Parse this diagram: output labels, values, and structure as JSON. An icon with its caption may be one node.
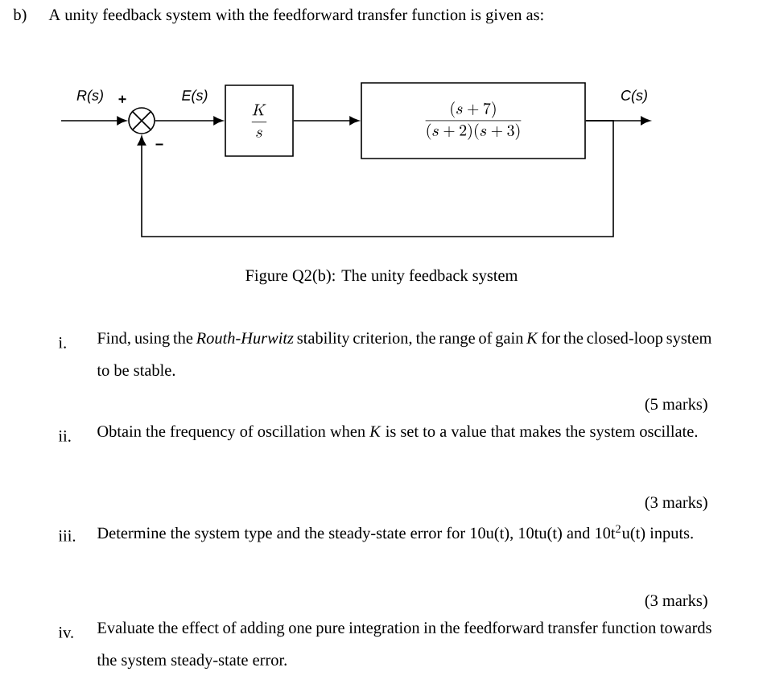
{
  "diagram": {
    "title": "A unity feedback system with the feedforward transfer function is given as:",
    "caption": "Figure Q2(b): The unity feedback system",
    "nodes": [
      {
        "text": [],
        "shape": "circle"
      },
      {
        "text": [
          "\\frac{K}{s}"
        ]
      },
      {
        "text": [
          "\\frac{(s+7)}{(s+2)(s+3)}"
        ]
      }
    ],
    "edges": [
      {
        "from": null,
        "to": 0,
        "arrow": "to",
        "label": "R(s)"
      },
      {
        "from": 0,
        "to": 1,
        "arrow": "to",
        "label": "E(s)"
      },
      {
        "from": 1,
        "to": 2,
        "arrow": "to"
      },
      {
        "from": 2,
        "to": null,
        "arrow": "to",
        "label": "C(s)"
      },
      {
        "from": 2,
        "to": 0,
        "arrow": "to"
      }
    ],
    "labels": [
      "b)",
      "+",
      "−",
      "i.",
      "Find, using the *Routh-Hurwitz* stability criterion, the range of gain *K* for the closed-loop system to be stable.",
      "(5 marks)",
      "ii.",
      "Obtain the frequency of oscillation when *K* is set to a value that makes the system oscillate.",
      "(3 marks)",
      "iii.",
      "Determine the system type and the steady-state error for 10u(t), 10tu(t) and 10t$^{2}$u(t) inputs.",
      "(3 marks)",
      "iv.",
      "Evaluate the effect of adding one pure integration in the feedforward transfer function towards the system steady-state error."
    ]
  }
}
